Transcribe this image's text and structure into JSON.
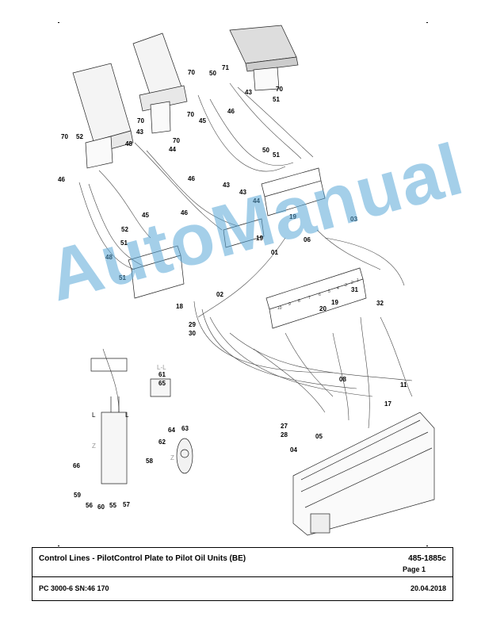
{
  "diagram": {
    "labels": [
      "70",
      "71",
      "50",
      "43",
      "70",
      "51",
      "70",
      "45",
      "46",
      "70",
      "43",
      "70",
      "44",
      "48",
      "52",
      "46",
      "70",
      "50",
      "51",
      "46",
      "43",
      "43",
      "44",
      "46",
      "45",
      "52",
      "51",
      "48",
      "51",
      "19",
      "03",
      "06",
      "19",
      "01",
      "02",
      "18",
      "29",
      "30",
      "20",
      "31",
      "32",
      "19",
      "08",
      "11",
      "17",
      "27",
      "28",
      "05",
      "04",
      "61",
      "65",
      "64",
      "63",
      "62",
      "58",
      "66",
      "59",
      "56",
      "60",
      "55",
      "57"
    ],
    "section_label": "L-L",
    "marker_l": "L",
    "marker_z": "Z",
    "port_numbers": [
      "10",
      "9",
      "8",
      "7",
      "6",
      "5",
      "4",
      "3",
      "2",
      "1"
    ]
  },
  "watermark": "AutoManual",
  "footer": {
    "title": "Control Lines - PilotControl Plate to Pilot Oil Units (BE)",
    "doc_number": "485-1885c",
    "page": "Page 1",
    "model": "PC 3000-6 SN:46 170",
    "date": "20.04.2018"
  }
}
